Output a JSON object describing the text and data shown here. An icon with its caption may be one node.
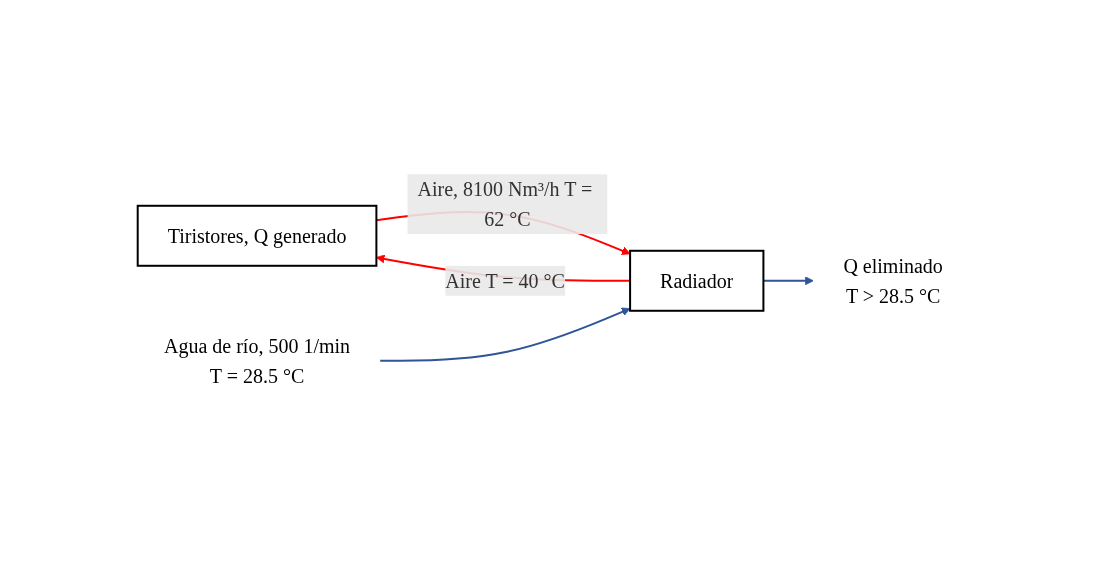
{
  "diagram": {
    "nodes": [
      {
        "text": [
          "Tiristores, Q generado"
        ]
      },
      {
        "text": [
          "Radiador"
        ]
      },
      {
        "text": [
          "Agua de río, 500 1/min",
          "T = 28.5 °C"
        ]
      },
      {
        "text": [
          "Q eliminado",
          "T > 28.5 °C"
        ]
      }
    ],
    "edges": [
      {
        "from": 0,
        "to": 1,
        "arrow": "to",
        "label": "Aire, 8100 Nm³/h T = 62 °C",
        "color": "#ff0000"
      },
      {
        "from": 1,
        "to": 0,
        "arrow": "to",
        "label": "Aire T = 40 °C",
        "color": "#ff0000"
      },
      {
        "from": 2,
        "to": 1,
        "arrow": "to",
        "color": "#2f5597"
      },
      {
        "from": 1,
        "to": 3,
        "arrow": "to",
        "color": "#2f5597"
      }
    ]
  }
}
